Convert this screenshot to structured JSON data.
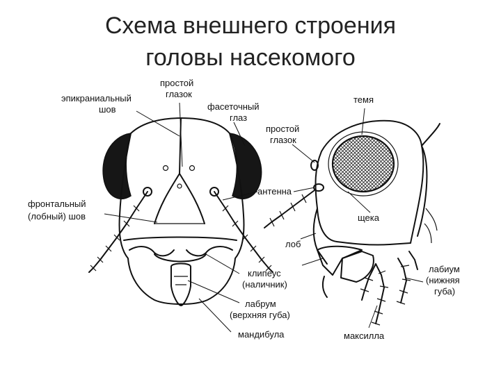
{
  "title": {
    "line1": "Схема внешнего строения",
    "line2": "головы насекомого"
  },
  "labels": {
    "prostoi_glazok_front": [
      "простой",
      "глазок"
    ],
    "epicranial_suture": [
      "эпикраниальный",
      "шов"
    ],
    "facet_eye": [
      "фасеточный",
      "глаз"
    ],
    "vertex": "темя",
    "prostoi_glazok_side": [
      "простой",
      "глазок"
    ],
    "antenna": "антенна",
    "frontal_suture": [
      "фронтальный",
      "(лобный) шов"
    ],
    "cheek": "щека",
    "frons": "лоб",
    "clypeus": [
      "клипеус",
      "(наличник)"
    ],
    "labrum": [
      "лабрум",
      "(верхняя губа)"
    ],
    "mandible": "мандибула",
    "maxilla": "максилла",
    "labium": [
      "лабиум",
      "(нижняя",
      "губа)"
    ]
  }
}
